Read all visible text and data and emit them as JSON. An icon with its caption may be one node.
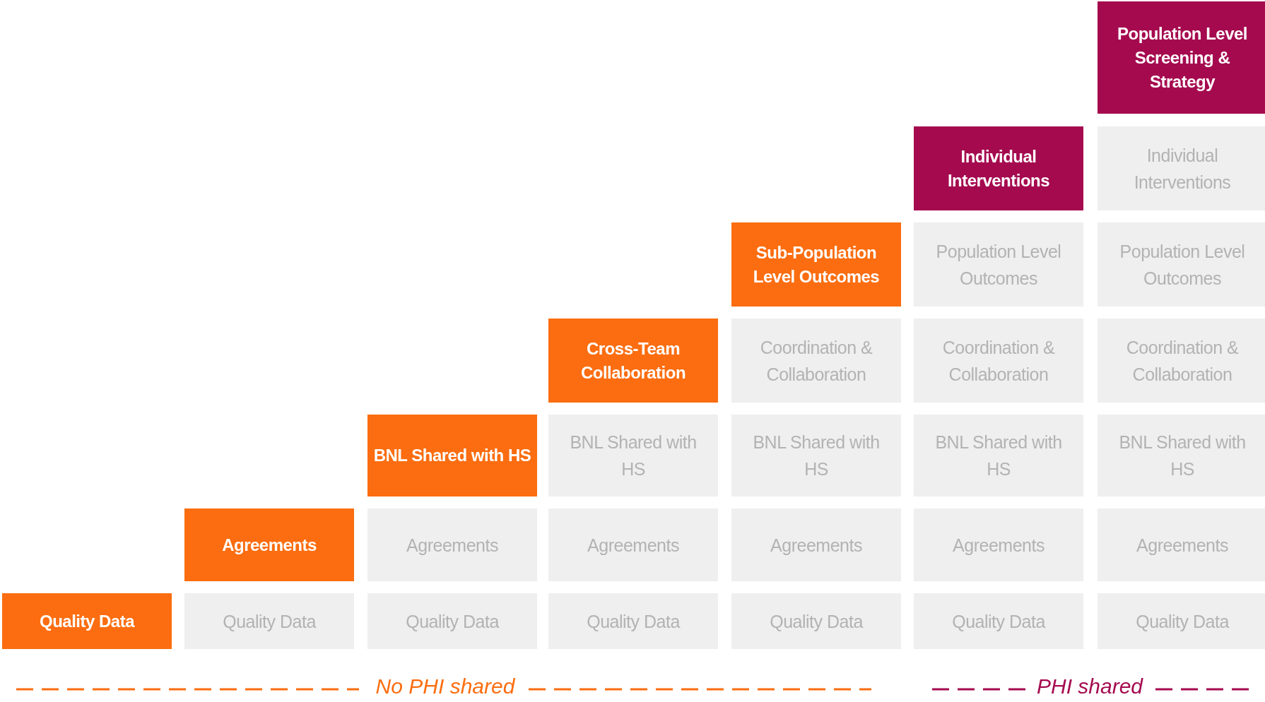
{
  "diagram": {
    "nodes": [
      {
        "text": [
          "Population Level Screening & Strategy"
        ]
      },
      {
        "text": [
          "Individual Interventions"
        ]
      },
      {
        "text": [
          "Individual Interventions"
        ]
      },
      {
        "text": [
          "Sub-Population Level Outcomes"
        ]
      },
      {
        "text": [
          "Population Level Outcomes"
        ]
      },
      {
        "text": [
          "Population Level Outcomes"
        ]
      },
      {
        "text": [
          "Cross-Team Collaboration"
        ]
      },
      {
        "text": [
          "Coordination & Collaboration"
        ]
      },
      {
        "text": [
          "Coordination & Collaboration"
        ]
      },
      {
        "text": [
          "Coordination & Collaboration"
        ]
      },
      {
        "text": [
          "BNL Shared with HS"
        ]
      },
      {
        "text": [
          "BNL Shared with HS"
        ]
      },
      {
        "text": [
          "BNL Shared with HS"
        ]
      },
      {
        "text": [
          "BNL Shared with HS"
        ]
      },
      {
        "text": [
          "BNL Shared with HS"
        ]
      },
      {
        "text": [
          "Agreements"
        ]
      },
      {
        "text": [
          "Agreements"
        ]
      },
      {
        "text": [
          "Agreements"
        ]
      },
      {
        "text": [
          "Agreements"
        ]
      },
      {
        "text": [
          "Agreements"
        ]
      },
      {
        "text": [
          "Agreements"
        ]
      },
      {
        "text": [
          "Quality Data"
        ]
      },
      {
        "text": [
          "Quality Data"
        ]
      },
      {
        "text": [
          "Quality Data"
        ]
      },
      {
        "text": [
          "Quality Data"
        ]
      },
      {
        "text": [
          "Quality Data"
        ]
      },
      {
        "text": [
          "Quality Data"
        ]
      },
      {
        "text": [
          "Quality Data"
        ]
      }
    ],
    "labels": [
      "No PHI shared",
      "PHI shared"
    ]
  }
}
